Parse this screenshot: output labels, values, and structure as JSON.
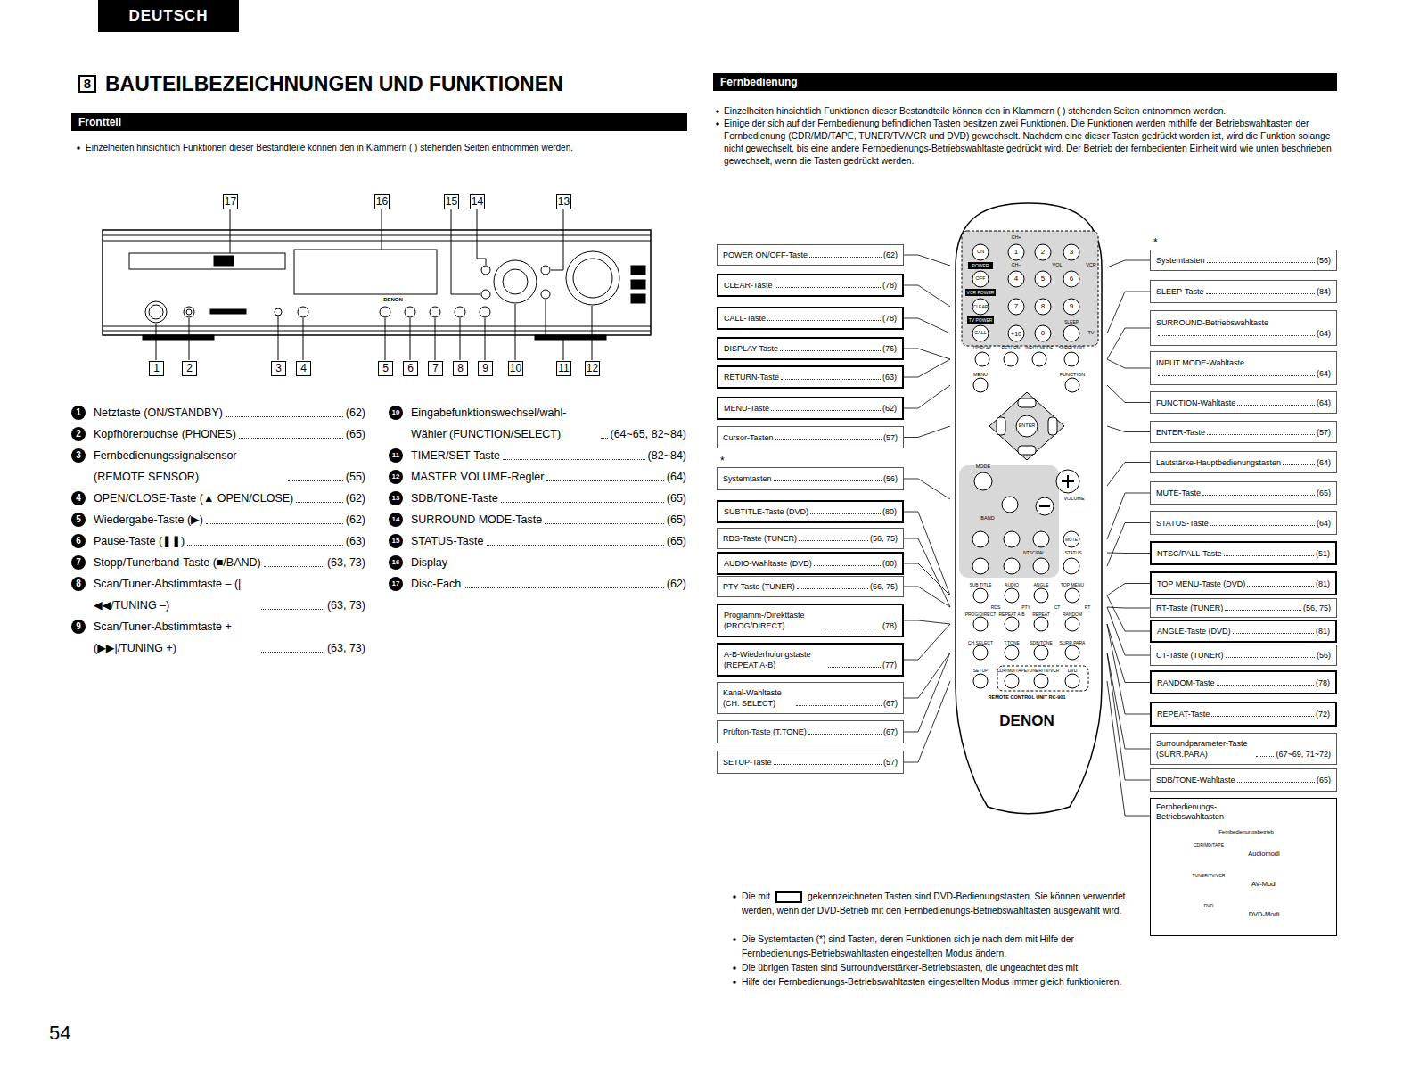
{
  "diagram": {
    "title": "BAUTEILBEZEICHNUNGEN UND FUNKTIONEN",
    "nodes": [
      {
        "text": [
          "DEUTSCH"
        ]
      },
      {
        "text": [
          "Frontteil"
        ]
      },
      {
        "text": [
          "Fernbedienung"
        ]
      },
      {
        "text": [
          "POWER ON/OFF-Taste",
          "(62)"
        ]
      },
      {
        "text": [
          "CLEAR-Taste",
          "(78)"
        ]
      },
      {
        "text": [
          "CALL-Taste",
          "(78)"
        ]
      },
      {
        "text": [
          "DISPLAY-Taste",
          "(76)"
        ]
      },
      {
        "text": [
          "RETURN-Taste",
          "(63)"
        ]
      },
      {
        "text": [
          "MENU-Taste",
          "(62)"
        ]
      },
      {
        "text": [
          "Cursor-Tasten",
          "(57)"
        ]
      },
      {
        "text": [
          "Systemtasten",
          "(56)"
        ]
      },
      {
        "text": [
          "SUBTITLE-Taste (DVD)",
          "(80)"
        ]
      },
      {
        "text": [
          "RDS-Taste (TUNER)",
          "(56, 75)"
        ]
      },
      {
        "text": [
          "AUDIO-Wahltaste (DVD)",
          "(80)"
        ]
      },
      {
        "text": [
          "PTY-Taste (TUNER)",
          "(56, 75)"
        ]
      },
      {
        "text": [
          "Programm-/Direkttaste (PROG/DIRECT)",
          "(78)"
        ]
      },
      {
        "text": [
          "A-B-Wiederholungstaste (REPEAT A-B)",
          "(77)"
        ]
      },
      {
        "text": [
          "Kanal-Wahltaste (CH. SELECT)",
          "(67)"
        ]
      },
      {
        "text": [
          "Prüfton-Taste (T.TONE)",
          "(67)"
        ]
      },
      {
        "text": [
          "SETUP-Taste",
          "(57)"
        ]
      },
      {
        "text": [
          "Systemtasten",
          "(56)"
        ]
      },
      {
        "text": [
          "SLEEP-Taste",
          "(84)"
        ]
      },
      {
        "text": [
          "SURROUND-Betriebswahltaste",
          "(64)"
        ]
      },
      {
        "text": [
          "INPUT MODE-Wahltaste",
          "(64)"
        ]
      },
      {
        "text": [
          "FUNCTION-Wahltaste",
          "(64)"
        ]
      },
      {
        "text": [
          "ENTER-Taste",
          "(57)"
        ]
      },
      {
        "text": [
          "Lautstärke-Hauptbedienungstasten",
          "(64)"
        ]
      },
      {
        "text": [
          "MUTE-Taste",
          "(65)"
        ]
      },
      {
        "text": [
          "STATUS-Taste",
          "(64)"
        ]
      },
      {
        "text": [
          "NTSC/PALL-Taste",
          "(51)"
        ]
      },
      {
        "text": [
          "TOP MENU-Taste (DVD)",
          "(81)"
        ]
      },
      {
        "text": [
          "RT-Taste (TUNER)",
          "(56, 75)"
        ]
      },
      {
        "text": [
          "ANGLE-Taste (DVD)",
          "(81)"
        ]
      },
      {
        "text": [
          "CT-Taste (TUNER)",
          "(56)"
        ]
      },
      {
        "text": [
          "RANDOM-Taste",
          "(78)"
        ]
      },
      {
        "text": [
          "REPEAT-Taste",
          "(72)"
        ]
      },
      {
        "text": [
          "Surroundparameter-Taste (SURR.PARA)",
          "(67~69, 71~72)"
        ]
      },
      {
        "text": [
          "SDB/TONE-Wahltaste",
          "(65)"
        ]
      },
      {
        "text": [
          "Fernbedienungs- Betriebswahltasten"
        ]
      }
    ],
    "labels": [
      "8",
      "Einzelheiten hinsichtlich Funktionen dieser Bestandteile können den in Klammern ( ) stehenden Seiten entnommen werden.",
      "17",
      "16",
      "15",
      "14",
      "13",
      "1",
      "2",
      "3",
      "4",
      "5",
      "6",
      "7",
      "8",
      "9",
      "10",
      "11",
      "12",
      "DENON",
      "1",
      "Netztaste (ON/STANDBY)",
      "(62)",
      "2",
      "Kopfhörerbuchse (PHONES)",
      "(65)",
      "3",
      "Fernbedienungssignalsensor (REMOTE SENSOR)",
      "(55)",
      "4",
      "OPEN/CLOSE-Taste (▲ OPEN/CLOSE)",
      "(62)",
      "5",
      "Wiedergabe-Taste (▶)",
      "(62)",
      "6",
      "Pause-Taste (❚❚)",
      "(63)",
      "7",
      "Stopp/Tunerband-Taste (■/BAND)",
      "(63, 73)",
      "8",
      "Scan/Tuner-Abstimmtaste – (|◀◀/TUNING –)",
      "(63, 73)",
      "9",
      "Scan/Tuner-Abstimmtaste + (▶▶|/TUNING +)",
      "(63, 73)",
      "10",
      "Eingabefunktionswechsel/wahl-Wähler (FUNCTION/SELECT)",
      "(64~65, 82~84)",
      "11",
      "TIMER/SET-Taste",
      "(82~84)",
      "12",
      "MASTER VOLUME-Regler",
      "(64)",
      "13",
      "SDB/TONE-Taste",
      "(65)",
      "14",
      "SURROUND MODE-Taste",
      "(65)",
      "15",
      "STATUS-Taste",
      "(65)",
      "16",
      "Display",
      "17",
      "Disc-Fach",
      "(62)",
      "Einzelheiten hinsichtlich Funktionen dieser Bestandteile können den in Klammern ( ) stehenden Seiten entnommen werden.",
      "Einige der sich auf der Fernbedienung befindlichen Tasten besitzen zwei Funktionen. Die Funktionen werden mithilfe der Betriebswahltasten der Fernbedienung (CDR/MD/TAPE, TUNER/TV/VCR und DVD) gewechselt. Nachdem eine dieser Tasten gedrückt worden ist, wird die Funktion solange nicht gewechselt, bis eine andere Fernbedienungs-Betriebswahltaste gedrückt wird. Der Betrieb der fernbedienten Einheit wird wie unten beschrieben gewechselt, wenn die Tasten gedrückt werden.",
      "*",
      "*",
      "ON",
      "POWER",
      "OFF",
      "VCR POWER",
      "CLEAR",
      "TV POWER",
      "CALL",
      "CH+",
      "1",
      "2",
      "3",
      "CH−",
      "VOL",
      "VCR",
      "4",
      "5",
      "6",
      "7",
      "8",
      "9",
      "+10",
      "0",
      "SLEEP",
      "TV",
      "DISPLAY",
      "RETURN",
      "INPUT MODE",
      "SURROUND",
      "MENU",
      "FUNCTION",
      "ENTER",
      "MODE",
      "BAND",
      "VOLUME",
      "MUTE",
      "NTSC/PAL",
      "STATUS",
      "SUB TITLE",
      "AUDIO",
      "ANGLE",
      "TOP MENU",
      "RDS",
      "PTY",
      "CT",
      "RT",
      "PROG/DIRECT",
      "REPEAT A-B",
      "REPEAT",
      "RANDOM",
      "CH.SELECT",
      "T.TONE",
      "SDB/TONE",
      "SURR.PARA",
      "SETUP",
      "CDR/MD/TAPE",
      "TUNER/TV/VCR",
      "DVD",
      "REMOTE CONTROL UNIT RC-901",
      "DENON",
      "Fernbedienungsbetrieb",
      "CDR/MD/TAPE",
      "Audiomodi",
      "TUNER/TV/VCR",
      "AV-Modi",
      "DVD",
      "DVD-Modi",
      "Die mit",
      "gekennzeichneten Tasten sind DVD-Bedienungstasten. Sie können verwendet werden, wenn der DVD-Betrieb mit den Fernbedienungs-Betriebswahltasten ausgewählt wird.",
      "Die Systemtasten (*) sind Tasten, deren Funktionen sich je nach dem mit Hilfe der Fernbedienungs-Betriebswahltasten eingestellten Modus ändern.",
      "Die übrigen Tasten sind Surroundverstärker-Betriebstasten, die ungeachtet des mit",
      "Hilfe der Fernbedienungs-Betriebswahltasten eingestellten Modus immer gleich funktionieren.",
      "54"
    ]
  }
}
